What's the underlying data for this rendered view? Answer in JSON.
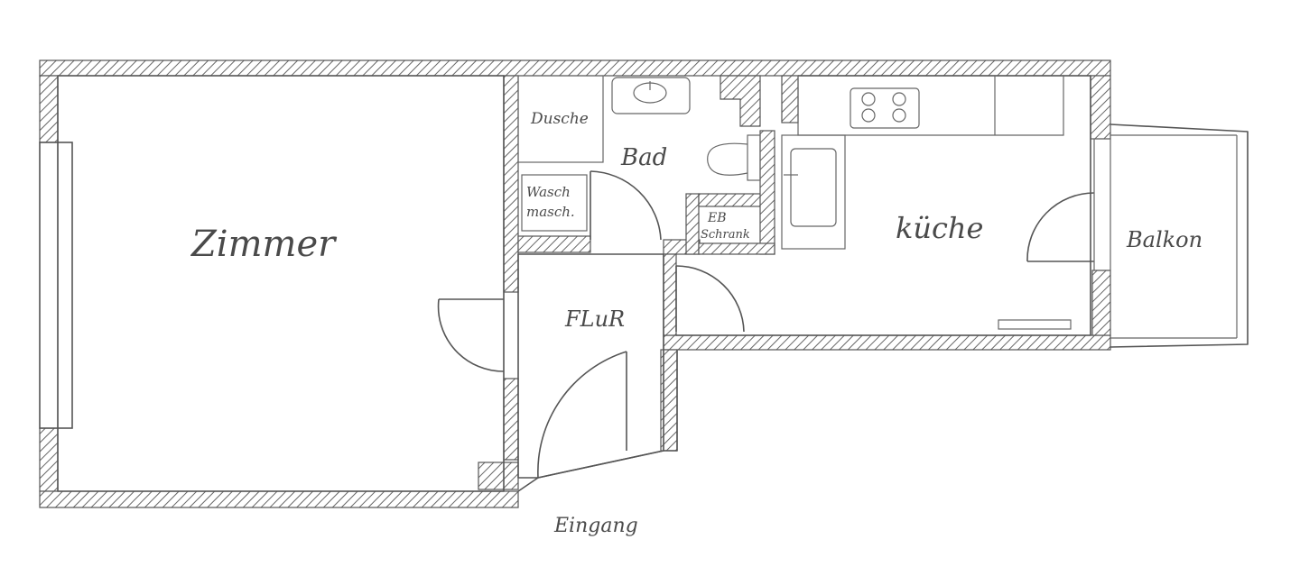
{
  "rooms": {
    "zimmer": "Zimmer",
    "dusche": "Dusche",
    "bad": "Bad",
    "wasch_line1": "Wasch",
    "wasch_line2": "masch.",
    "eb_line1": "EB",
    "eb_line2": "Schrank",
    "kueche": "küche",
    "balkon": "Balkon",
    "flur": "FLuR",
    "eingang": "Eingang"
  },
  "colors": {
    "ink": "#555555",
    "paper": "#ffffff"
  }
}
